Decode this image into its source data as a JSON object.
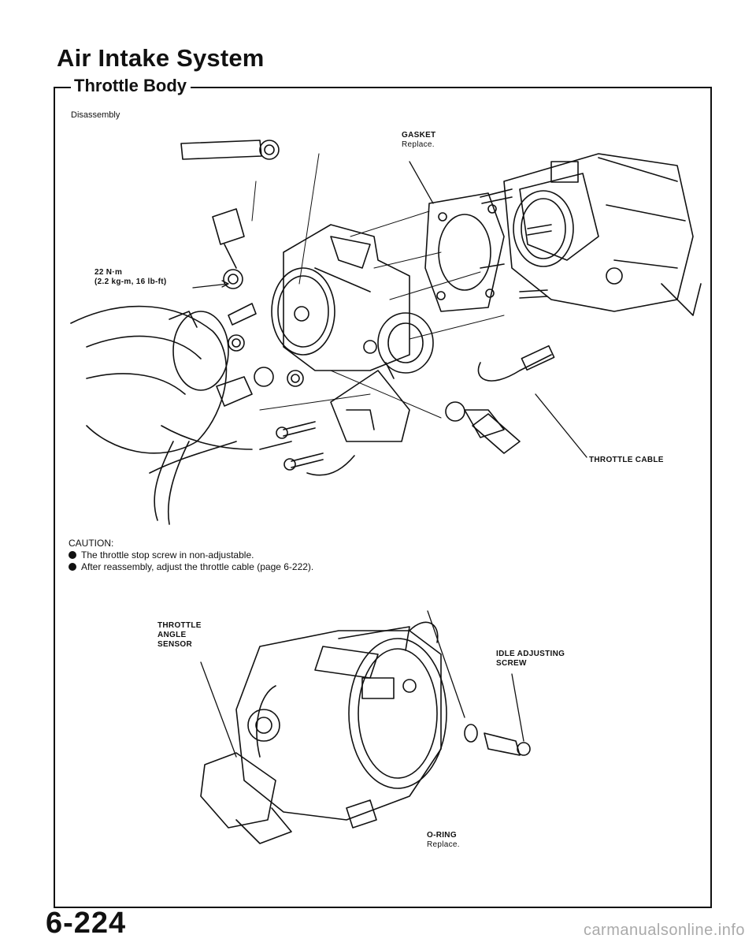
{
  "page": {
    "title": "Air Intake System",
    "section_title": "Throttle Body",
    "subtitle": "Disassembly",
    "page_number": "6-224",
    "watermark": "carmanualsonline.info"
  },
  "labels": {
    "gasket": {
      "name": "GASKET",
      "note": "Replace."
    },
    "torque": {
      "line1": "22 N·m",
      "line2": "(2.2 kg-m, 16 lb-ft)"
    },
    "throttle_cable": "THROTTLE CABLE",
    "throttle_angle_sensor": [
      "THROTTLE",
      "ANGLE",
      "SENSOR"
    ],
    "idle_adjusting_screw": [
      "IDLE ADJUSTING",
      "SCREW"
    ],
    "o_ring": {
      "name": "O-RING",
      "note": "Replace."
    }
  },
  "caution": {
    "heading": "CAUTION:",
    "items": [
      "The throttle stop screw in non-adjustable.",
      "After reassembly, adjust the throttle cable (page 6-222)."
    ]
  }
}
